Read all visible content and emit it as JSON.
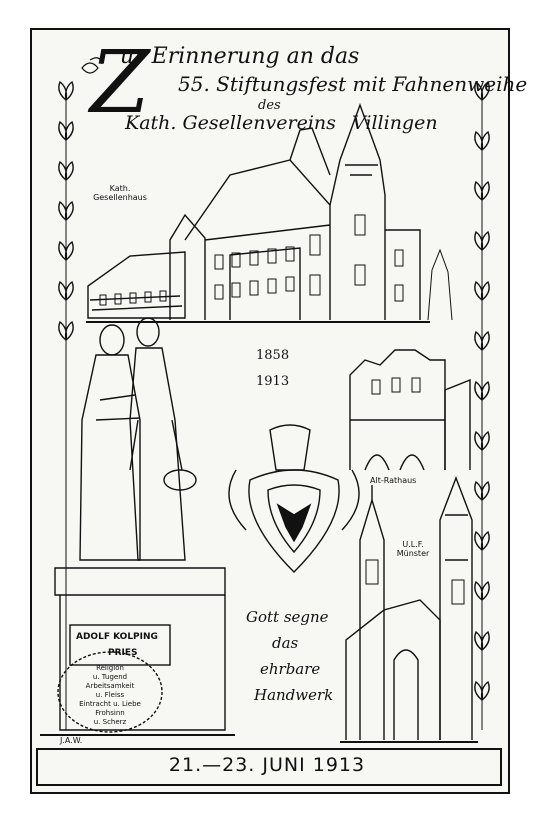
{
  "heading": {
    "initial": "Z",
    "line1": "ur Erinnerung an das",
    "line2": "55. Stiftungsfest mit Fahnenweihe",
    "line3": "des",
    "line4a": "Kath. Gesellenvereins",
    "line4b": "Villingen"
  },
  "labels": {
    "gesellenhaus": "Kath. Gesellenhaus",
    "year_top": "1858",
    "year_bottom": "1913",
    "rathaus": "Alt-Rathaus",
    "muenster": "U.L.F. Münster",
    "kolping_name": "ADOLF KOLPING",
    "kolping_sub": "PRIES",
    "virtues": [
      "Religion",
      "u. Tugend",
      "Arbeitsamkeit",
      "u. Fleiss",
      "Eintracht u. Liebe",
      "Frohsinn",
      "u. Scherz"
    ],
    "artist": "J.A.W."
  },
  "motto": [
    "Gott segne",
    "das",
    "ehrbare",
    "Handwerk"
  ],
  "date": "21.—23. JUNI 1913"
}
